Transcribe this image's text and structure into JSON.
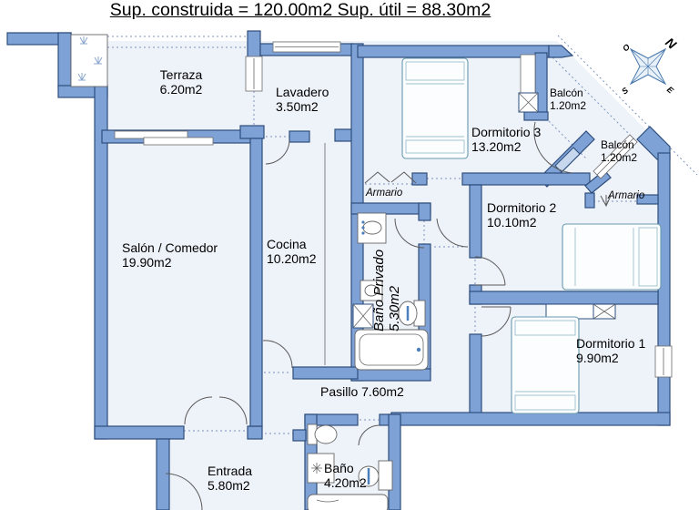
{
  "title": "Sup. construida = 120.00m2 Sup. útil = 88.30m2",
  "rooms": {
    "terraza": {
      "name": "Terraza",
      "area": "6.20m2"
    },
    "lavadero": {
      "name": "Lavadero",
      "area": "3.50m2"
    },
    "salon": {
      "name": "Salón / Comedor",
      "area": "19.90m2"
    },
    "cocina": {
      "name": "Cocina",
      "area": "10.20m2"
    },
    "bano_privado": {
      "name": "Baño Privado",
      "area": "5.30m2"
    },
    "dormitorio3": {
      "name": "Dormitorio 3",
      "area": "13.20m2"
    },
    "dormitorio2": {
      "name": "Dormitorio 2",
      "area": "10.10m2"
    },
    "dormitorio1": {
      "name": "Dormitorio 1",
      "area": "9.90m2"
    },
    "pasillo": {
      "name": "Pasillo",
      "area": "7.60m2"
    },
    "entrada": {
      "name": "Entrada",
      "area": "5.80m2"
    },
    "bano": {
      "name": "Baño",
      "area": "4.20m2"
    },
    "balcon1": {
      "name": "Balcón",
      "area": "1.20m2"
    },
    "balcon2": {
      "name": "Balcón",
      "area": "1.20m2"
    },
    "armario_hall": {
      "name": "Armario"
    },
    "armario_dorm2": {
      "name": "Armario"
    }
  },
  "compass": {
    "n": "N",
    "s": "S",
    "e": "E",
    "o": "O"
  },
  "colors": {
    "wall": "#7fa2d6",
    "wall_stroke": "#2e4e7c",
    "floor": "#eef2f9"
  }
}
